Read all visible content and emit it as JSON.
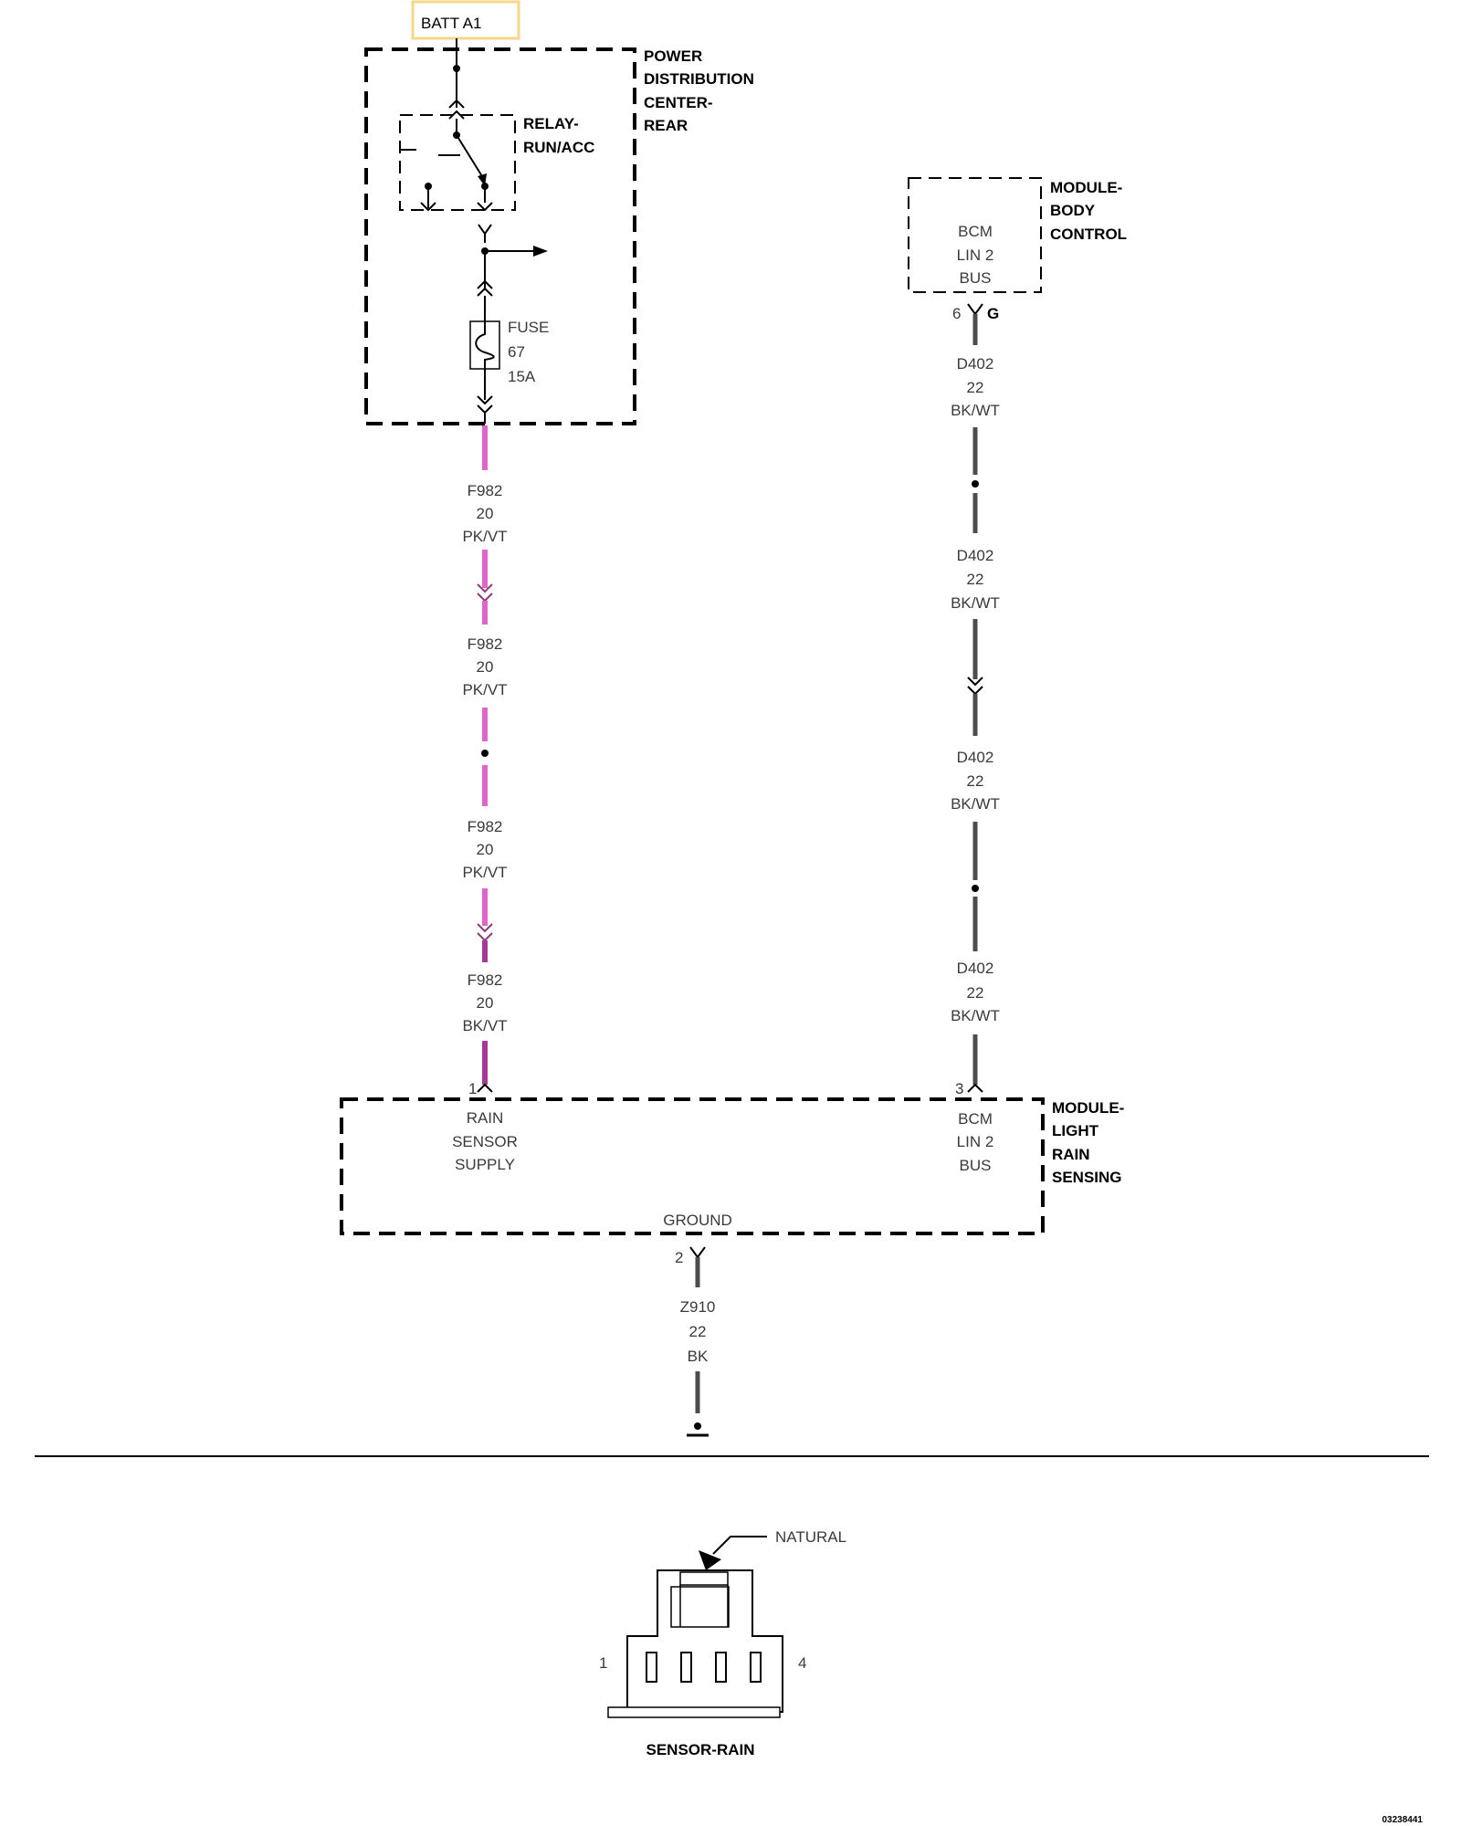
{
  "batt": "BATT A1",
  "pdc": {
    "line1": "POWER",
    "line2": "DISTRIBUTION",
    "line3": "CENTER-",
    "line4": "REAR"
  },
  "relay": {
    "line1": "RELAY-",
    "line2": "RUN/ACC"
  },
  "fuse": {
    "name": "FUSE",
    "number": "67",
    "rating": "15A"
  },
  "bcm": {
    "title1": "MODULE-",
    "title2": "BODY",
    "title3": "CONTROL",
    "inner1": "BCM",
    "inner2": "LIN 2",
    "inner3": "BUS",
    "pin": "6",
    "pin_letter": "G"
  },
  "wires_left": [
    {
      "id": "F982",
      "gauge": "20",
      "color": "PK/VT"
    },
    {
      "id": "F982",
      "gauge": "20",
      "color": "PK/VT"
    },
    {
      "id": "F982",
      "gauge": "20",
      "color": "PK/VT"
    },
    {
      "id": "F982",
      "gauge": "20",
      "color": "BK/VT"
    }
  ],
  "wires_right": [
    {
      "id": "D402",
      "gauge": "22",
      "color": "BK/WT"
    },
    {
      "id": "D402",
      "gauge": "22",
      "color": "BK/WT"
    },
    {
      "id": "D402",
      "gauge": "22",
      "color": "BK/WT"
    },
    {
      "id": "D402",
      "gauge": "22",
      "color": "BK/WT"
    }
  ],
  "rain_module": {
    "title1": "MODULE-",
    "title2": "LIGHT",
    "title3": "RAIN",
    "title4": "SENSING",
    "pin_supply": "1",
    "supply1": "RAIN",
    "supply2": "SENSOR",
    "supply3": "SUPPLY",
    "pin_bus": "3",
    "bus1": "BCM",
    "bus2": "LIN 2",
    "bus3": "BUS",
    "ground": "GROUND",
    "pin_ground": "2"
  },
  "ground_wire": {
    "id": "Z910",
    "gauge": "22",
    "color": "BK"
  },
  "connector": {
    "color_label": "NATURAL",
    "pin_left": "1",
    "pin_right": "4",
    "title": "SENSOR-RAIN"
  },
  "doc_id": "03238441",
  "colors": {
    "pink": "#e065c8",
    "wire_gray": "#4d4d4d",
    "batt_border": "#f5d78a"
  }
}
